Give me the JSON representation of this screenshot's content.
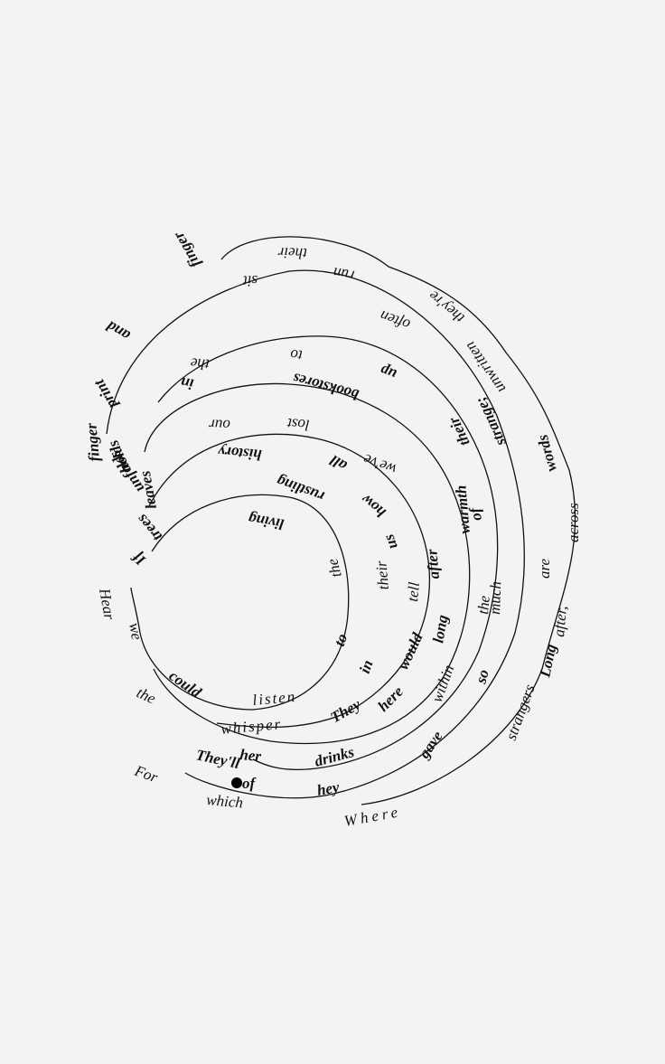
{
  "poem": {
    "words": [
      "Hear",
      "the",
      "For",
      "which",
      "of",
      "Where",
      "strangers",
      "Long",
      "after,",
      "are",
      "across",
      "words",
      "strange;",
      "unwritten",
      "they're",
      "often",
      "run",
      "their",
      "sit",
      "finger",
      "and",
      "finger",
      "print",
      "holds",
      "leaves",
      "unfolds",
      "trees",
      "If",
      "we",
      "could",
      "whisper",
      "They'll",
      "drinks",
      "hey",
      "gave",
      "so",
      "within",
      "much",
      "the",
      "warmth",
      "of",
      "after",
      "long",
      "their",
      "bookstores",
      "to",
      "the",
      "in",
      "up",
      "lost",
      "our",
      "history",
      "all",
      "rustling",
      "we've",
      "how",
      "us",
      "tell",
      "would",
      "here",
      "They",
      "in",
      "to",
      "listen",
      "living",
      "the",
      "their",
      "her"
    ]
  }
}
